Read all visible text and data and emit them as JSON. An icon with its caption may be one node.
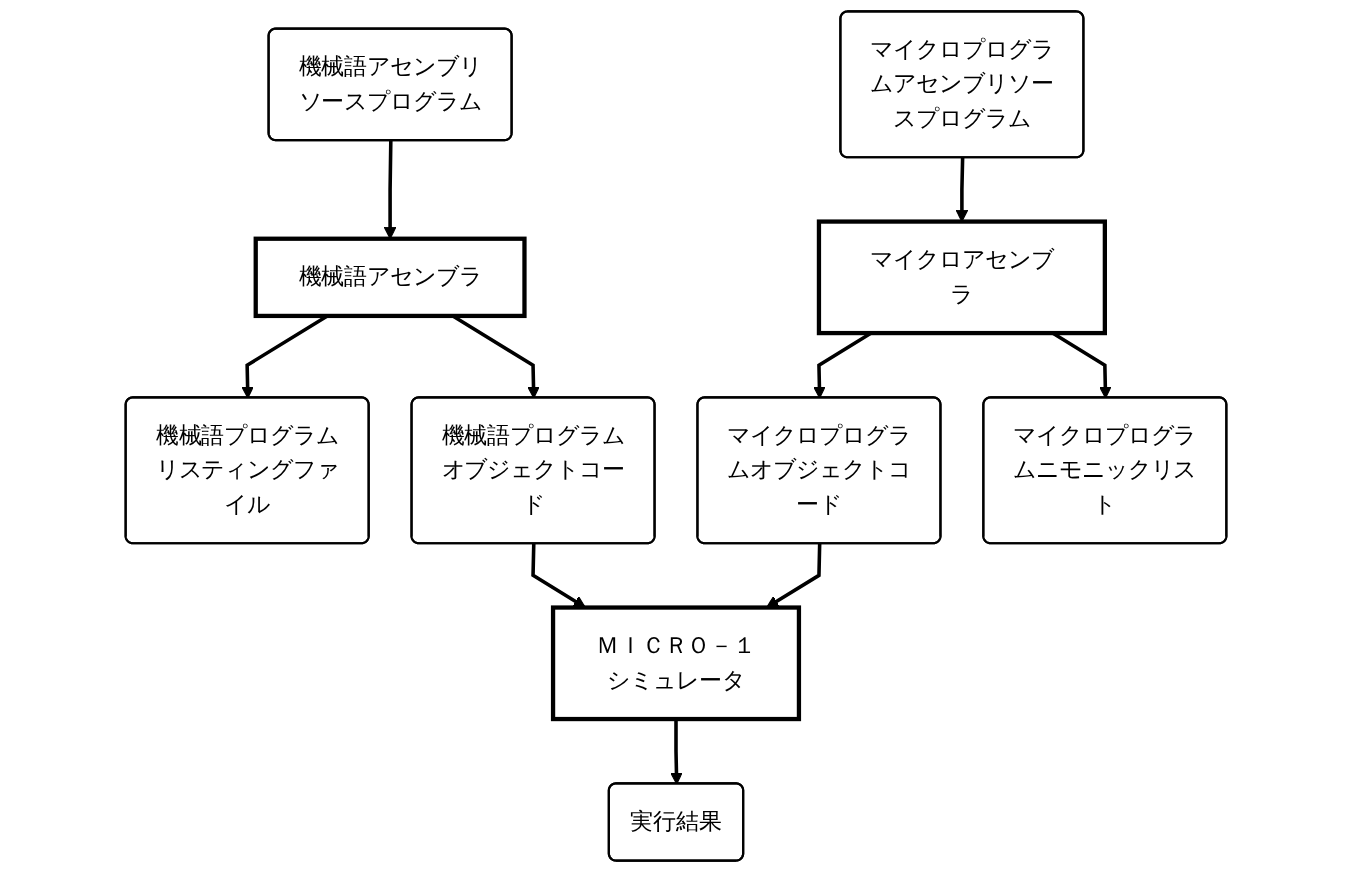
{
  "diagram": {
    "nodes": [
      {
        "text": [
          "機械語アセンブリソースプログラム"
        ]
      },
      {
        "text": [
          "マイクロプログラムアセンブリソースプログラム"
        ]
      },
      {
        "text": [
          "機械語アセンブラ"
        ]
      },
      {
        "text": [
          "マイクロアセンブラ"
        ]
      },
      {
        "text": [
          "機械語プログラムリスティングファイル"
        ]
      },
      {
        "text": [
          "機械語プログラムオブジェクトコード"
        ]
      },
      {
        "text": [
          "マイクロプログラムオブジェクトコード"
        ]
      },
      {
        "text": [
          "マイクロプログラムニモニックリスト"
        ]
      },
      {
        "text": [
          "ＭＩＣＲＯ－１",
          "シミュレータ"
        ]
      },
      {
        "text": [
          "実行結果"
        ]
      }
    ],
    "edges": [
      {
        "from": 0,
        "to": 2,
        "arrow": "to"
      },
      {
        "from": 1,
        "to": 3,
        "arrow": "to"
      },
      {
        "from": 2,
        "to": 4,
        "arrow": "to"
      },
      {
        "from": 2,
        "to": 5,
        "arrow": "to"
      },
      {
        "from": 3,
        "to": 6,
        "arrow": "to"
      },
      {
        "from": 3,
        "to": 7,
        "arrow": "to"
      },
      {
        "from": 5,
        "to": 8,
        "arrow": "to"
      },
      {
        "from": 6,
        "to": 8,
        "arrow": "to"
      },
      {
        "from": 8,
        "to": 9,
        "arrow": "to"
      }
    ]
  }
}
